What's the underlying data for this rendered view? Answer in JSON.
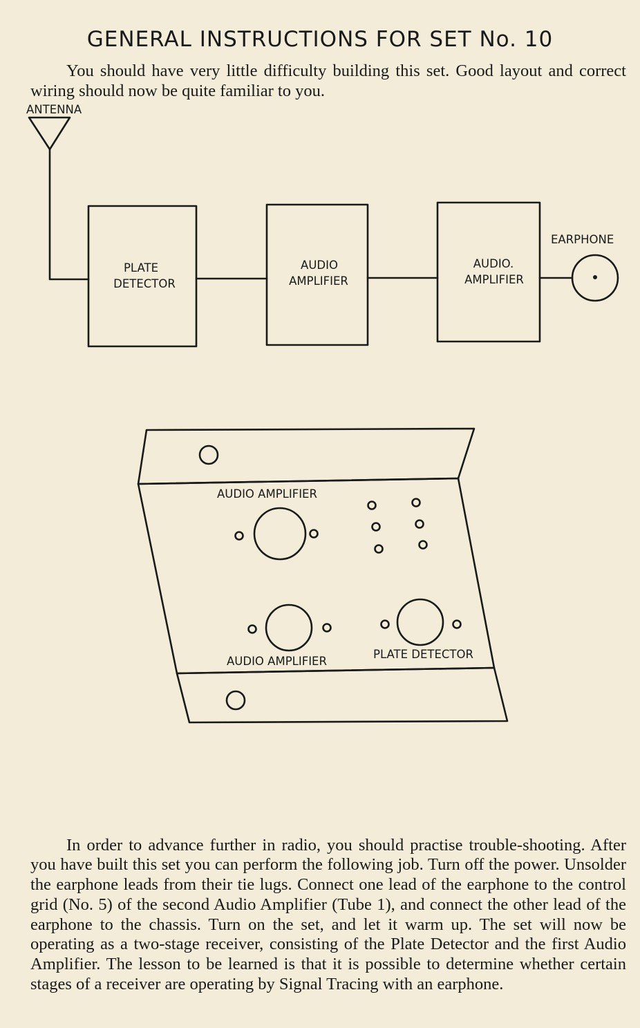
{
  "page": {
    "title": "GENERAL INSTRUCTIONS FOR SET No. 10",
    "intro": "You should have very little difficulty building this set. Good layout and correct wiring should now be quite familiar to you."
  },
  "block_diagram": {
    "antenna_label": "ANTENNA",
    "earphone_label": "EARPHONE",
    "blocks": [
      {
        "line1": "PLATE",
        "line2": "DETECTOR"
      },
      {
        "line1": "AUDIO",
        "line2": "AMPLIFIER"
      },
      {
        "line1": "AUDIO.",
        "line2": "AMPLIFIER"
      }
    ]
  },
  "chassis_diagram": {
    "top_tube_label": "AUDIO AMPLIFIER",
    "bottom_left_tube_label": "AUDIO AMPLIFIER",
    "bottom_right_tube_label": "PLATE DETECTOR"
  },
  "body_text": "In order to advance further in radio, you should practise trouble-shooting. After you have built this set you can perform the following job. Turn off the power. Unsolder the earphone leads from their tie lugs. Connect one lead of the earphone to the control grid (No. 5) of the second Audio Amplifier (Tube 1), and connect the other lead of the earphone to the chassis. Turn on the set, and let it warm up. The set will now be operating as a two-stage receiver, consisting of the Plate Detector and the first Audio Amplifier. The lesson to be learned is that it is possible to determine whether certain stages of a receiver are operating by Signal Tracing with an earphone."
}
